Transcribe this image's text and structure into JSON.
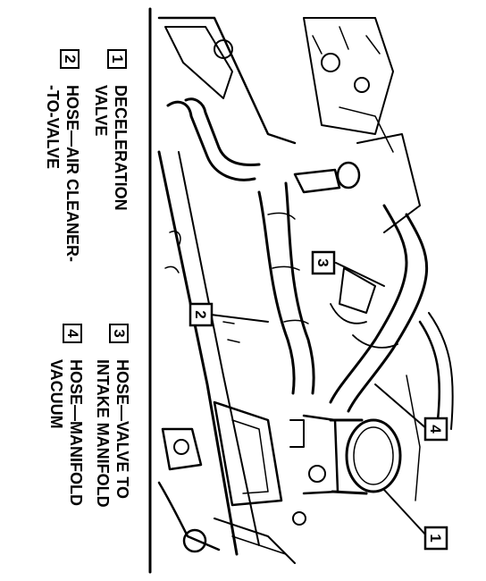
{
  "legend": {
    "items": [
      {
        "number": "1",
        "line1": "DECELERATION",
        "line2": "VALVE"
      },
      {
        "number": "2",
        "line1": "HOSE—AIR CLEANER-",
        "line2": "-TO-VALVE"
      },
      {
        "number": "3",
        "line1": "HOSE—VALVE TO",
        "line2": "INTAKE MANIFOLD"
      },
      {
        "number": "4",
        "line1": "HOSE—MANIFOLD",
        "line2": "VACUUM"
      }
    ]
  },
  "callouts": [
    "2",
    "3",
    "4",
    "1"
  ]
}
